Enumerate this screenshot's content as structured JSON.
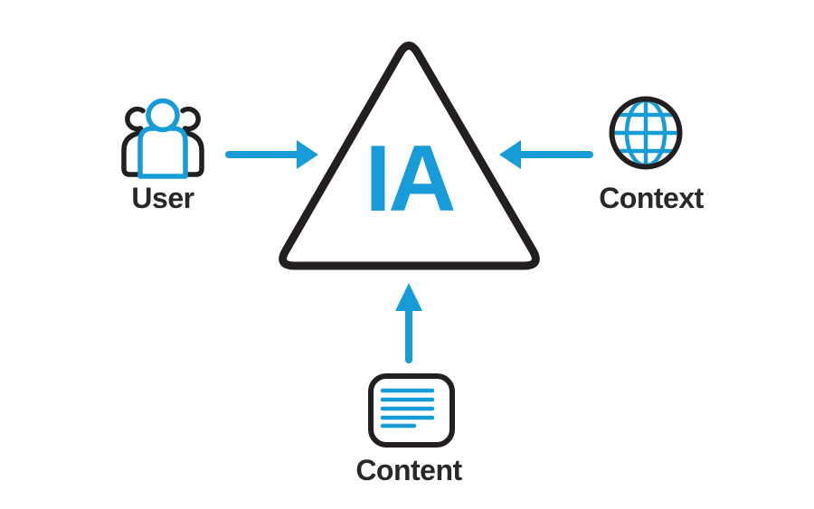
{
  "diagram": {
    "title": "IA diagram — User, Context and Content feeding into Information Architecture",
    "center": {
      "label": "IA",
      "shape": "rounded-triangle"
    },
    "nodes": [
      {
        "id": "user",
        "label": "User",
        "icon": "users-icon",
        "position": "left",
        "arrow_direction": "right"
      },
      {
        "id": "context",
        "label": "Context",
        "icon": "globe-icon",
        "position": "right",
        "arrow_direction": "left"
      },
      {
        "id": "content",
        "label": "Content",
        "icon": "document-icon",
        "position": "bottom",
        "arrow_direction": "up"
      }
    ],
    "colors": {
      "accent_blue": "#189cd8",
      "ink_black": "#231f20",
      "label_text": "#282828",
      "background": "#ffffff",
      "fill_white": "#ffffff"
    }
  }
}
